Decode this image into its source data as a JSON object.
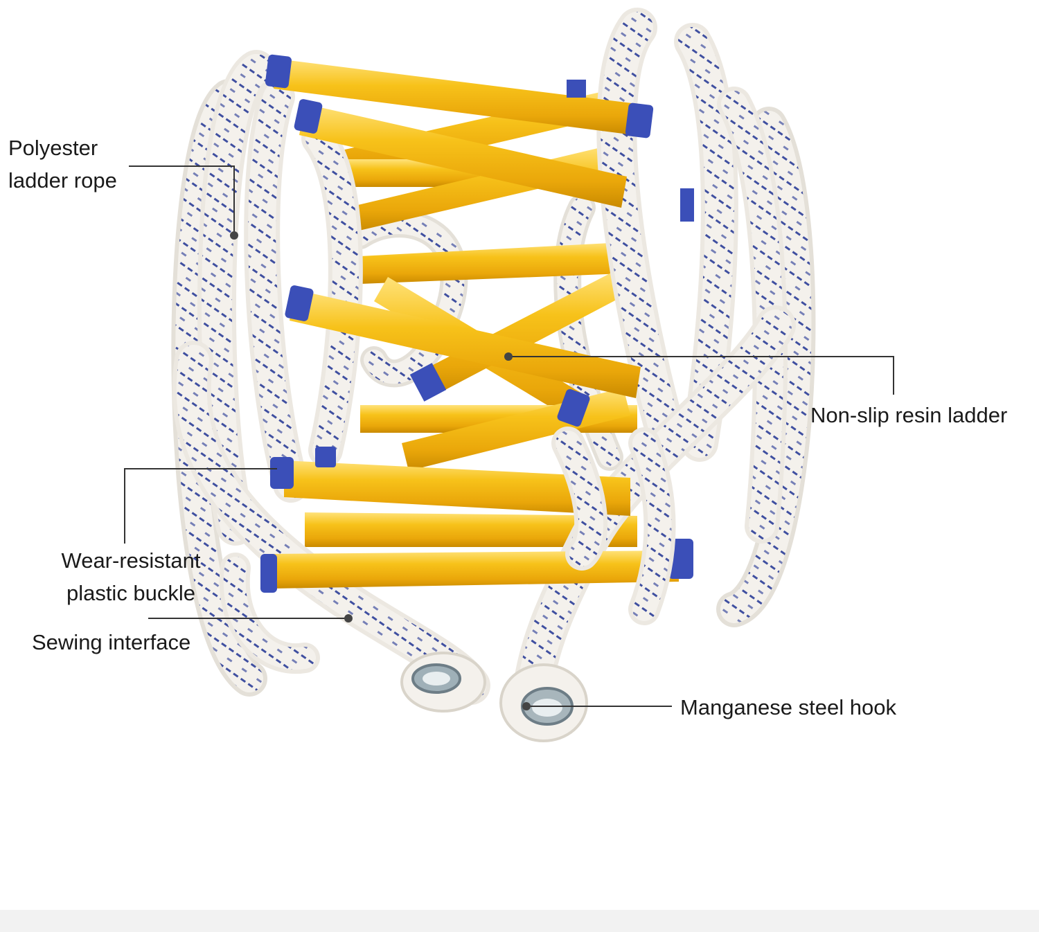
{
  "labels": {
    "rope": {
      "line1": "Polyester",
      "line2": "ladder rope"
    },
    "resin": "Non-slip resin ladder",
    "buckle": {
      "line1": "Wear-resistant",
      "line2": "plastic buckle"
    },
    "sewing": "Sewing interface",
    "hook": "Manganese steel hook"
  },
  "colors": {
    "rung": "#f3b70f",
    "rung_highlight": "#ffe27a",
    "rung_shadow": "#c98a00",
    "cap": "#3b4fb8",
    "rope": "#f4f1ec",
    "rope_stitch": "#3f4fa0",
    "leader_line": "#333333",
    "band": "#f2f2f2"
  }
}
